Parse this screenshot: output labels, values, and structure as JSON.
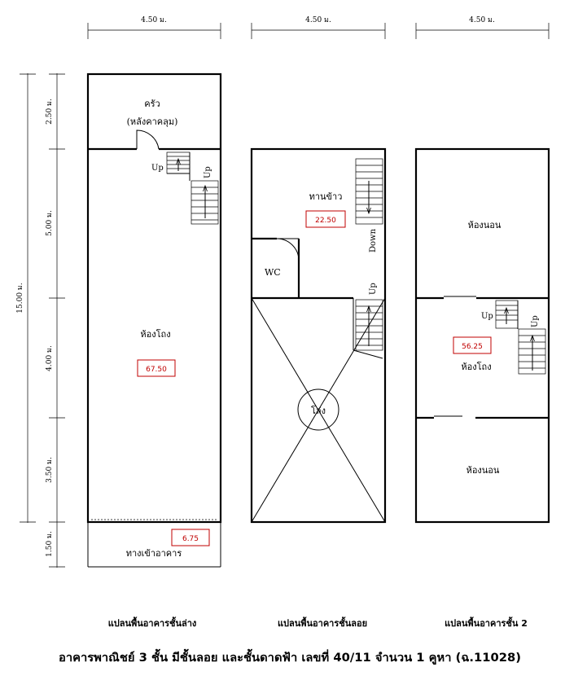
{
  "dimensions": {
    "width_top": "4.50 ม.",
    "total_length": "15.00 ม.",
    "seg_1": "2.50 ม.",
    "seg_2": "5.00 ม.",
    "seg_3": "4.00 ม.",
    "seg_4": "3.50 ม.",
    "seg_5": "1.50 ม."
  },
  "ground_floor": {
    "kitchen": "ครัว",
    "kitchen_note": "(หลังคาคลุม)",
    "up_1": "Up",
    "up_2": "Up",
    "hall": "ห้องโถง",
    "hall_area": "67.50",
    "entrance": "ทางเข้าอาคาร",
    "entrance_area": "6.75",
    "caption": "แปลนพื้นอาคารชั้นล่าง"
  },
  "mezzanine": {
    "dining": "ทานข้าว",
    "dining_area": "22.50",
    "down": "Down",
    "wc": "WC",
    "up": "Up",
    "void": "โล่ง",
    "caption": "แปลนพื้นอาคารชั้นลอย"
  },
  "second_floor": {
    "bedroom_1": "ห้องนอน",
    "up_1": "Up",
    "up_2": "Up",
    "hall": "ห้องโถง",
    "hall_area": "56.25",
    "bedroom_2": "ห้องนอน",
    "caption": "แปลนพื้นอาคารชั้น 2"
  },
  "title": "อาคารพาณิชย์ 3 ชั้น มีชั้นลอย และชั้นดาดฟ้า เลขที่ 40/11 จำนวน 1 คูหา (ฉ.11028)"
}
